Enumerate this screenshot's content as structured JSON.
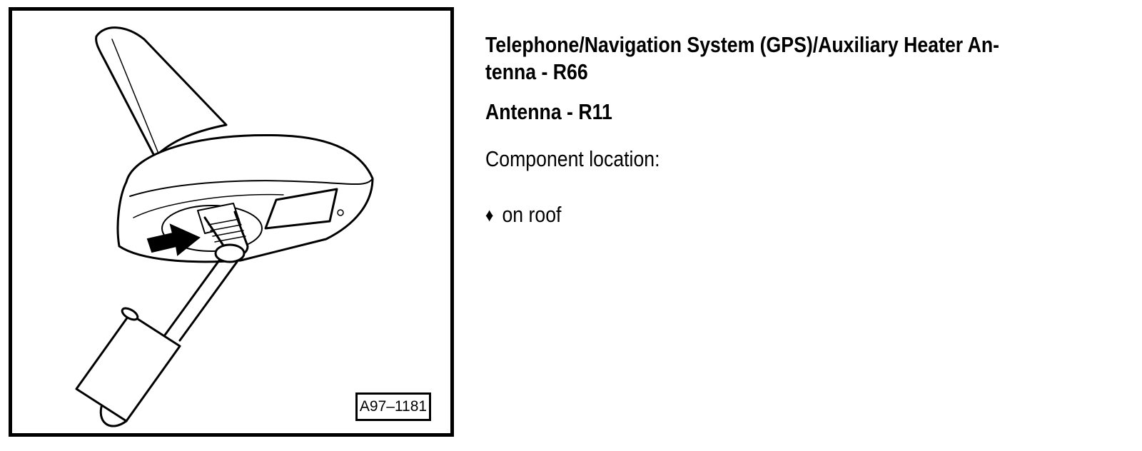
{
  "figure": {
    "id_label": "A97–1181",
    "arrow_icon": "arrow-right-icon"
  },
  "text": {
    "heading1": "Telephone/Navigation System (GPS)/Auxiliary Heater An- tenna - R66",
    "heading1_line1": "Telephone/Navigation System (GPS)/Auxiliary Heater An-",
    "heading1_line2": "tenna - R66",
    "heading2": "Antenna - R11",
    "location_label": "Component location:",
    "bullet_icon": "♦",
    "bullet_text": "on roof"
  }
}
